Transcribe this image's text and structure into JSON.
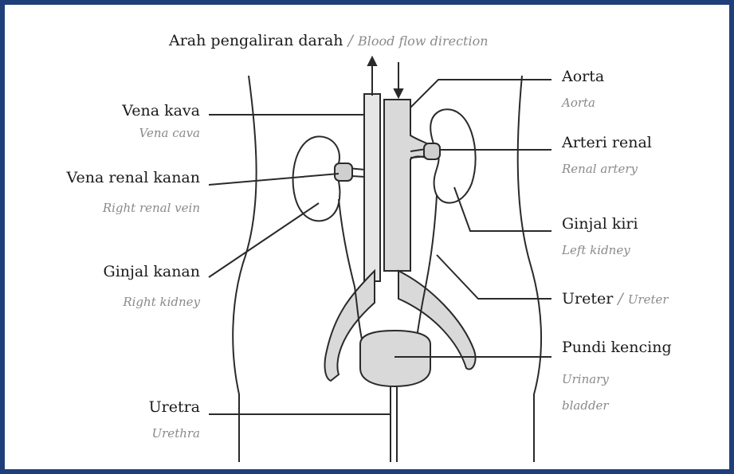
{
  "title": {
    "main": "Arah pengaliran darah",
    "sep": "/",
    "en": "Blood flow direction"
  },
  "labels": {
    "vena_kava": {
      "ms": "Vena kava",
      "en": "Vena cava"
    },
    "vena_renal_kanan": {
      "ms": "Vena renal kanan",
      "en": "Right renal vein"
    },
    "ginjal_kanan": {
      "ms": "Ginjal kanan",
      "en": "Right kidney"
    },
    "uretra": {
      "ms": "Uretra",
      "en": "Urethra"
    },
    "aorta": {
      "ms": "Aorta",
      "en": "Aorta"
    },
    "arteri_renal": {
      "ms": "Arteri renal",
      "en": "Renal artery"
    },
    "ginjal_kiri": {
      "ms": "Ginjal kiri",
      "en": "Left kidney"
    },
    "ureter": {
      "ms": "Ureter",
      "sep": "/",
      "en": "Ureter"
    },
    "pundi_kencing": {
      "ms": "Pundi kencing",
      "en1": "Urinary",
      "en2": "bladder"
    }
  },
  "colors": {
    "frame": "#1f3f7a",
    "organ_fill": "#d9d9d9",
    "line": "#2a2a2a"
  }
}
